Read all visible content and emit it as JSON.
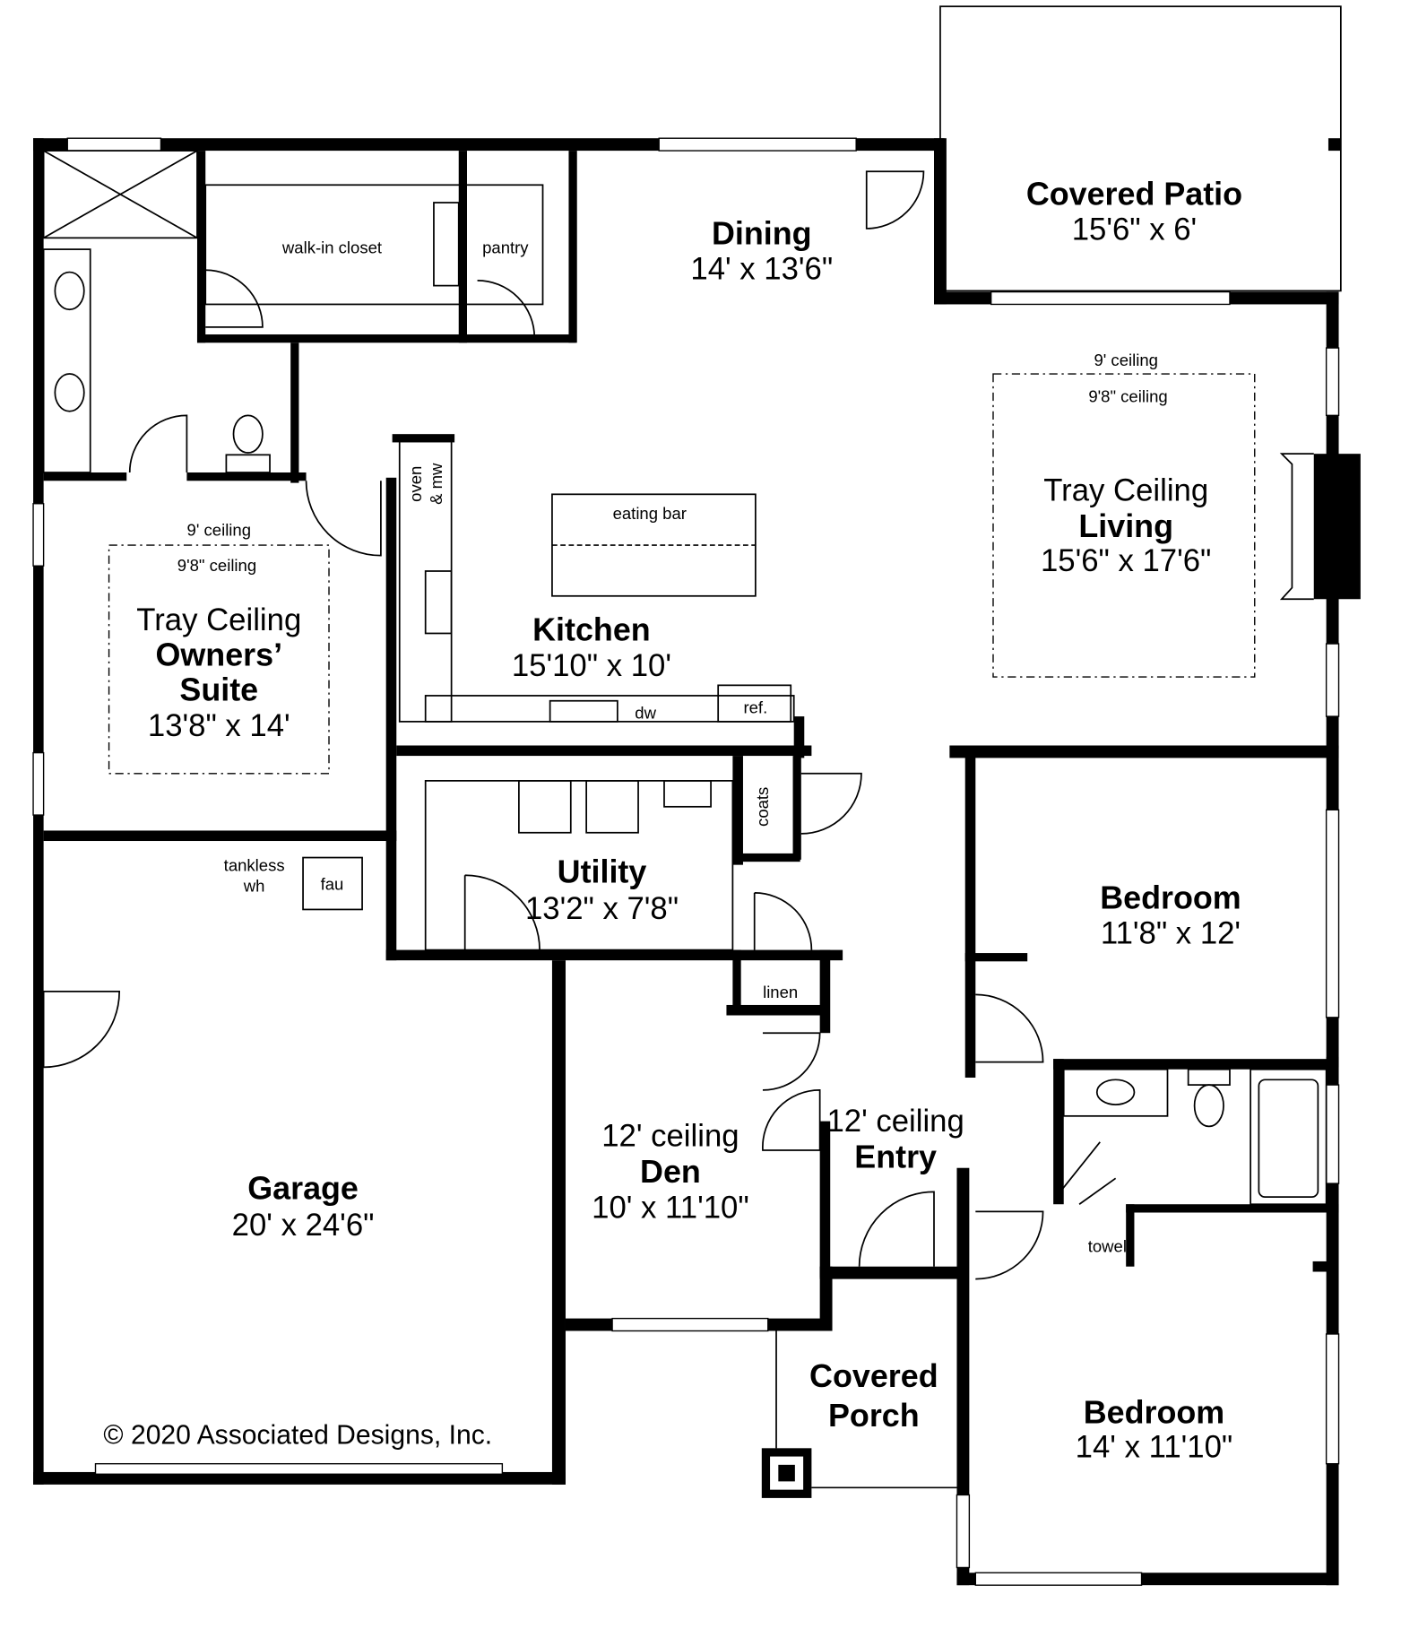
{
  "rooms": {
    "covered_patio": {
      "name": "Covered Patio",
      "size": "15'6\" x 6'"
    },
    "dining": {
      "name": "Dining",
      "size": "14' x 13'6\""
    },
    "living": {
      "ceiling": "Tray Ceiling",
      "name": "Living",
      "size": "15'6\" x 17'6\"",
      "ceiling_outer": "9' ceiling",
      "ceiling_inner": "9'8\" ceiling"
    },
    "owners_suite": {
      "ceiling": "Tray Ceiling",
      "name_line1": "Owners’",
      "name_line2": "Suite",
      "size": "13'8\" x 14'",
      "ceiling_outer": "9' ceiling",
      "ceiling_inner": "9'8\" ceiling"
    },
    "kitchen": {
      "name": "Kitchen",
      "size": "15'10\" x 10'"
    },
    "utility": {
      "name": "Utility",
      "size": "13'2\" x 7'8\""
    },
    "bedroom_1": {
      "name": "Bedroom",
      "size": "11'8\" x 12'"
    },
    "bedroom_2": {
      "name": "Bedroom",
      "size": "14' x 11'10\""
    },
    "garage": {
      "name": "Garage",
      "size": "20' x 24'6\""
    },
    "den": {
      "ceiling": "12' ceiling",
      "name": "Den",
      "size": "10' x 11'10\""
    },
    "entry": {
      "ceiling": "12' ceiling",
      "name": "Entry"
    },
    "covered_porch": {
      "name_line1": "Covered",
      "name_line2": "Porch"
    }
  },
  "fixtures": {
    "walk_in_closet": "walk-in closet",
    "pantry": "pantry",
    "eating_bar": "eating bar",
    "oven_line1": "oven",
    "oven_line2": "& mw",
    "dw": "dw",
    "ref": "ref.",
    "coats": "coats",
    "linen": "linen",
    "towel": "towel",
    "tankless_line1": "tankless",
    "tankless_line2": "wh",
    "fau": "fau"
  },
  "copyright": "© 2020 Associated Designs, Inc."
}
